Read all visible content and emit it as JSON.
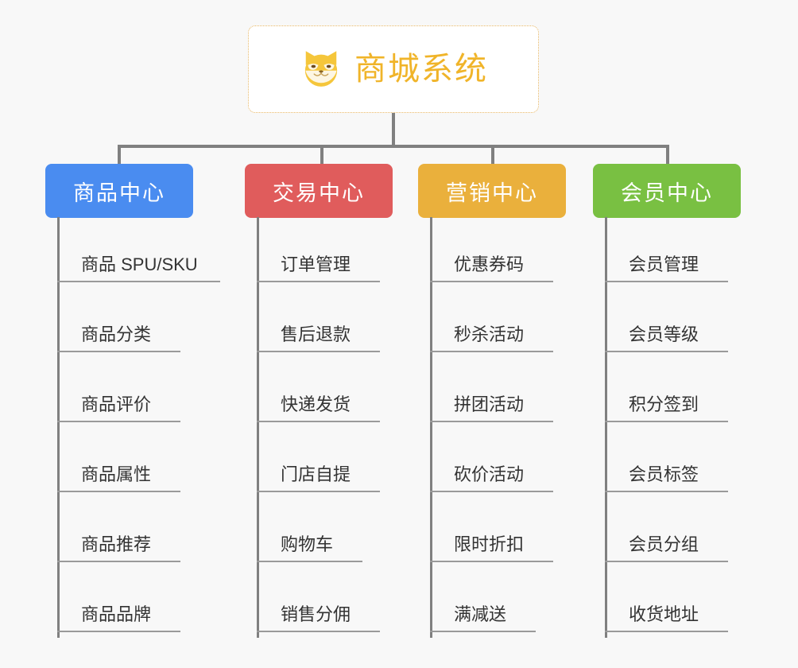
{
  "canvas": {
    "background": "#f8f8f8",
    "line_color": "#808080"
  },
  "root": {
    "title": "商城系统",
    "icon": "shiba-dog-icon",
    "text_color": "#f0b429",
    "border_color": "#e8b765",
    "background": "#ffffff"
  },
  "branches": [
    {
      "label": "商品中心",
      "color": "#4a8cf0",
      "items": [
        "商品 SPU/SKU",
        "商品分类",
        "商品评价",
        "商品属性",
        "商品推荐",
        "商品品牌"
      ]
    },
    {
      "label": "交易中心",
      "color": "#e05c5c",
      "items": [
        "订单管理",
        "售后退款",
        "快递发货",
        "门店自提",
        "购物车",
        "销售分佣"
      ]
    },
    {
      "label": "营销中心",
      "color": "#eab03c",
      "items": [
        "优惠券码",
        "秒杀活动",
        "拼团活动",
        "砍价活动",
        "限时折扣",
        "满减送"
      ]
    },
    {
      "label": "会员中心",
      "color": "#79c042",
      "items": [
        "会员管理",
        "会员等级",
        "积分签到",
        "会员标签",
        "会员分组",
        "收货地址"
      ]
    }
  ]
}
